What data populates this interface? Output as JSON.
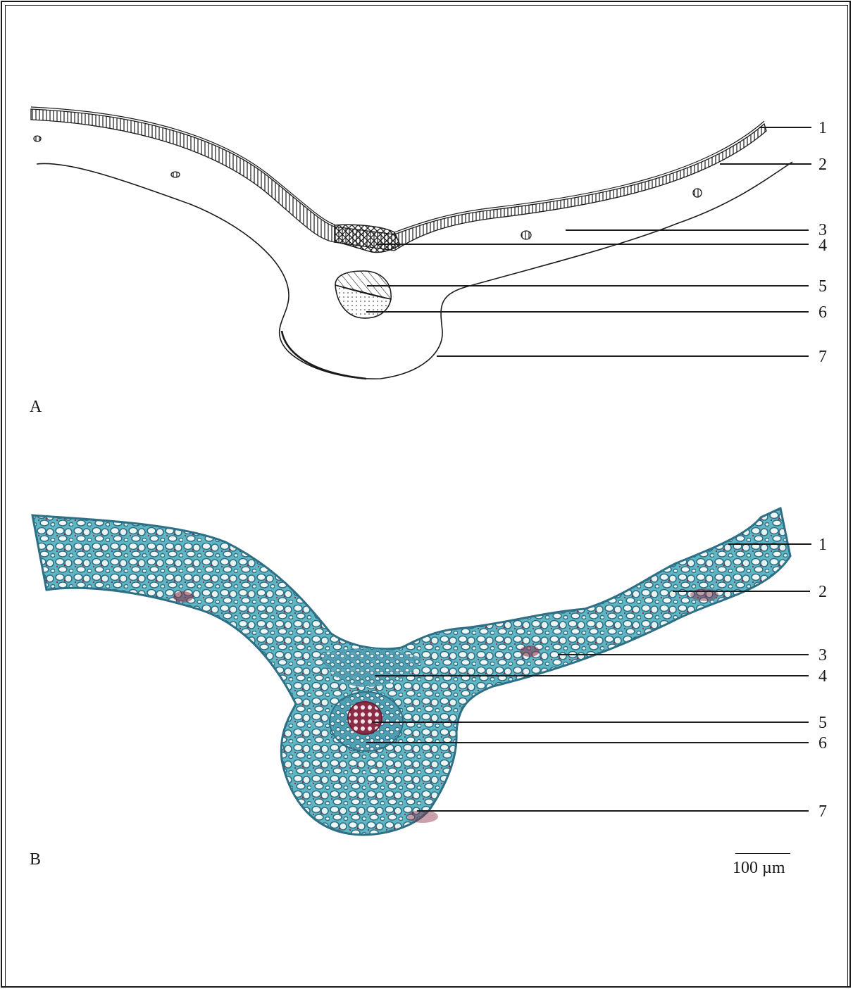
{
  "panels": [
    {
      "letter": "A",
      "kind": "drawing"
    },
    {
      "letter": "B",
      "kind": "micrograph"
    }
  ],
  "labels_a": [
    "1",
    "2",
    "3",
    "4",
    "5",
    "6",
    "7"
  ],
  "labels_b": [
    "1",
    "2",
    "3",
    "4",
    "5",
    "6",
    "7"
  ],
  "scale_bar": {
    "label": "100 µm"
  },
  "colors": {
    "ink": "#1a1a1a",
    "stain_cyan": "#5fb7c4",
    "stain_dark": "#2e6f86",
    "stain_red": "#8a2c46"
  }
}
